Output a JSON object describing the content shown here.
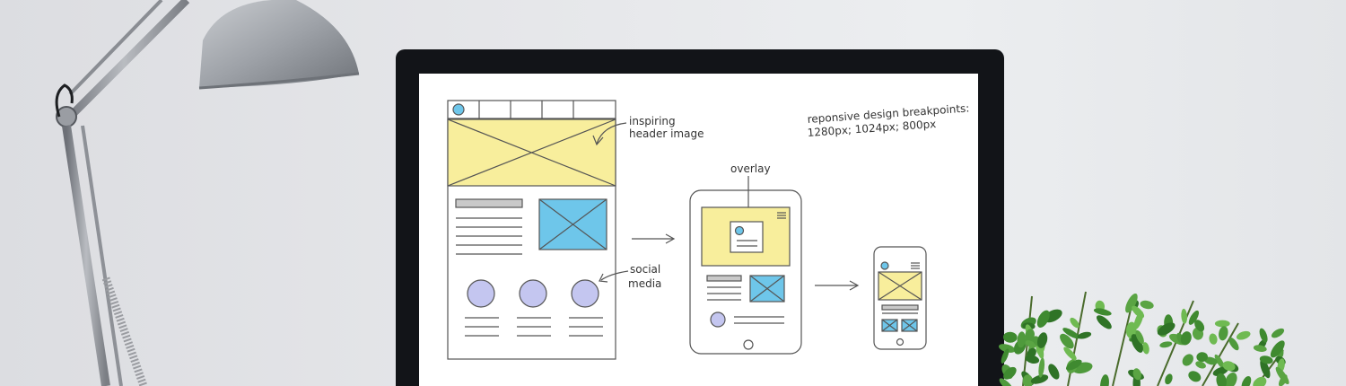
{
  "annotations": {
    "header_line1": "inspiring",
    "header_line2": "header image",
    "breakpoints_line1": "reponsive design breakpoints:",
    "breakpoints_line2": "1280px; 1024px; 800px",
    "overlay": "overlay",
    "social_line1": "social",
    "social_line2": "media"
  },
  "colors": {
    "wall": "#e4e5e8",
    "bezel": "#121418",
    "screen": "#ffffff",
    "sketch_yellow": "#f8ee9c",
    "sketch_blue": "#6ec6ea",
    "sketch_lilac": "#c4c6f0",
    "lamp_metal": "#a8abb0",
    "plant_green": "#4f9a3c"
  },
  "objects": [
    "desk-lamp",
    "monitor",
    "wireframe-sketch",
    "potted-plant"
  ]
}
